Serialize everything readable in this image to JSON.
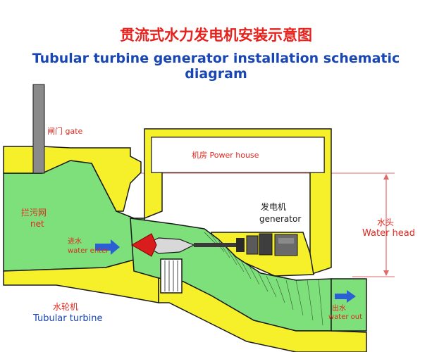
{
  "title_cn": "贯流式水力发电机安装示意图",
  "title_en": "Tubular turbine generator installation schematic diagram",
  "labels": {
    "gate": "闸门 gate",
    "power_house": "机房 Power house",
    "generator_cn": "发电机",
    "generator_en": "generator",
    "net_cn": "拦污网",
    "net_en": "net",
    "water_enter_cn": "进水",
    "water_enter_en": "water enter",
    "water_head_cn": "水头",
    "water_head_en": "Water head",
    "turbine_cn": "水轮机",
    "turbine_en": "Tubular turbine",
    "water_out_cn": "出水",
    "water_out_en": "water out"
  },
  "colors": {
    "water": "#7ee07a",
    "concrete": "#f5f02a",
    "outline": "#1a1a1a",
    "gate": "#8a8a8a",
    "arrow": "#2a5fd6",
    "label_red": "#e0281f",
    "label_blue": "#1846b5",
    "guide_line": "#e06a6a",
    "runner_red": "#d91d1d"
  }
}
